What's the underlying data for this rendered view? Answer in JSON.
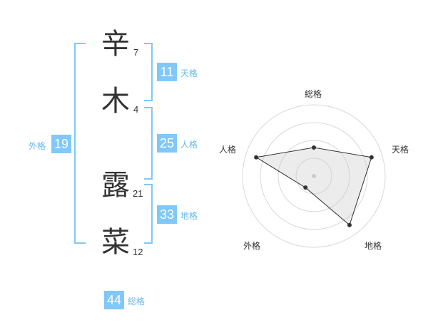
{
  "name_chars": [
    {
      "char": "辛",
      "strokes": "7"
    },
    {
      "char": "木",
      "strokes": "4"
    },
    {
      "char": "露",
      "strokes": "21"
    },
    {
      "char": "菜",
      "strokes": "12"
    }
  ],
  "fortunes": {
    "tenkaku": {
      "value": "11",
      "label": "天格"
    },
    "jinkaku": {
      "value": "25",
      "label": "人格"
    },
    "chikaku": {
      "value": "33",
      "label": "地格"
    },
    "gaikaku": {
      "value": "19",
      "label": "外格"
    },
    "soukaku": {
      "value": "44",
      "label": "総格"
    }
  },
  "colors": {
    "accent": "#7fc8f8",
    "text": "#333333"
  },
  "chart_data": {
    "type": "radar",
    "axes": [
      "総格",
      "天格",
      "地格",
      "外格",
      "人格"
    ],
    "values": [
      0.4,
      0.85,
      0.85,
      0.2,
      0.85
    ],
    "range": [
      0,
      1
    ],
    "rings": 4
  }
}
